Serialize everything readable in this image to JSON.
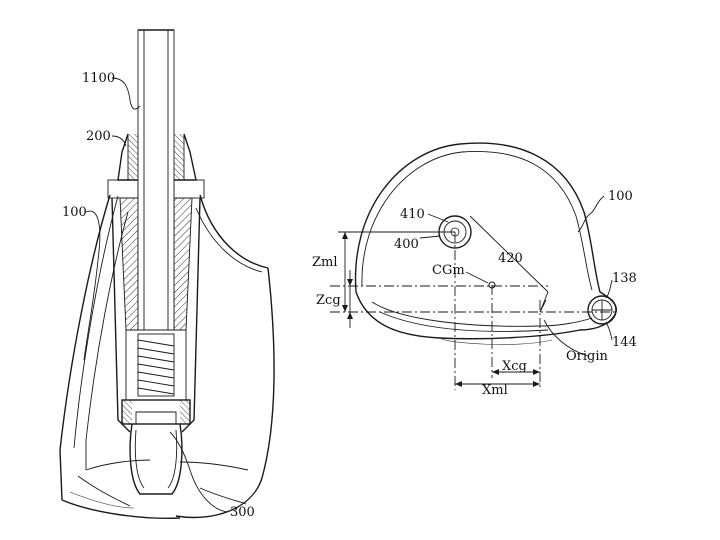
{
  "labels": {
    "shaft": "1100",
    "ferrule": "200",
    "head_left": "100",
    "fastener": "300",
    "head_right": "100",
    "mass_pad": "410",
    "mass_body": "400",
    "distance": "420",
    "zml": "Zml",
    "zcg": "Zcg",
    "cgm": "CGm",
    "xcg": "Xcg",
    "xml": "Xml",
    "origin": "Origin",
    "hosel_top": "138",
    "hosel_bottom": "144"
  }
}
